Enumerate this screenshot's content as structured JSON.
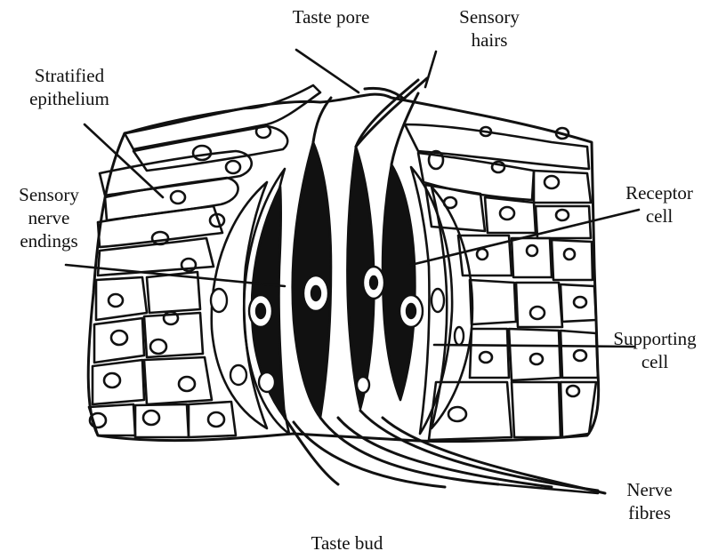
{
  "labels": {
    "taste_pore": "Taste pore",
    "sensory_hairs": [
      "Sensory",
      "hairs"
    ],
    "stratified_epithelium": [
      "Stratified",
      "epithelium"
    ],
    "sensory_nerve_endings": [
      "Sensory",
      "nerve",
      "endings"
    ],
    "receptor_cell": [
      "Receptor",
      "cell"
    ],
    "supporting_cell": [
      "Supporting",
      "cell"
    ],
    "nerve_fibres": [
      "Nerve",
      "fibres"
    ],
    "caption": "Taste bud"
  }
}
